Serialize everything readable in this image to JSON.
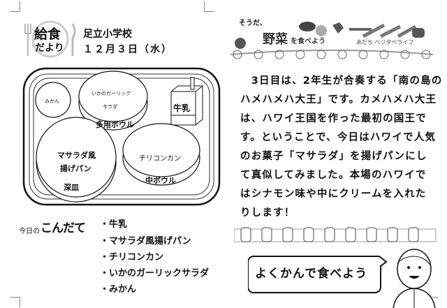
{
  "header": {
    "logo_line1": "給食",
    "logo_line2": "だより",
    "school": "足立小学校",
    "date": "１２月３日（水）"
  },
  "banner": {
    "lead": "そうだ、",
    "title": "野菜",
    "title_rest": "を食べよう",
    "sub": "あだち ベジタベライフ"
  },
  "tray": {
    "mikan": "みかん",
    "salad_line1": "いかのガーリック",
    "salad_line2": "サラダ",
    "salad_dish": "多用ボウル",
    "milk": "牛乳",
    "bread_line1": "マサラダ風",
    "bread_line2": "揚げパン",
    "bread_dish": "深皿",
    "chili": "チリコンカン",
    "chili_dish": "中ボウル"
  },
  "menu": {
    "title_small": "今日の",
    "title_big": "こんだて",
    "items": [
      "・牛乳",
      "・マサラダ風揚げパン",
      "・チリコンカン",
      "・いかのガーリックサラダ",
      "・みかん"
    ]
  },
  "article": {
    "lines": [
      "　3日目は、2年生が合奏する「南の島の",
      "ハメハメハ大王」です。カメハメハ大王",
      "は、ハワイ王国を作った最初の国王で",
      "す。ということで、今日はハワイで人気",
      "のお菓子「マサラダ」を揚げパンにし",
      "て真似してみました。本場のハワイで",
      "はシナモン味や中にクリームを入れた",
      "りします！"
    ]
  },
  "speech": {
    "text": "よくかんで食べよう"
  }
}
